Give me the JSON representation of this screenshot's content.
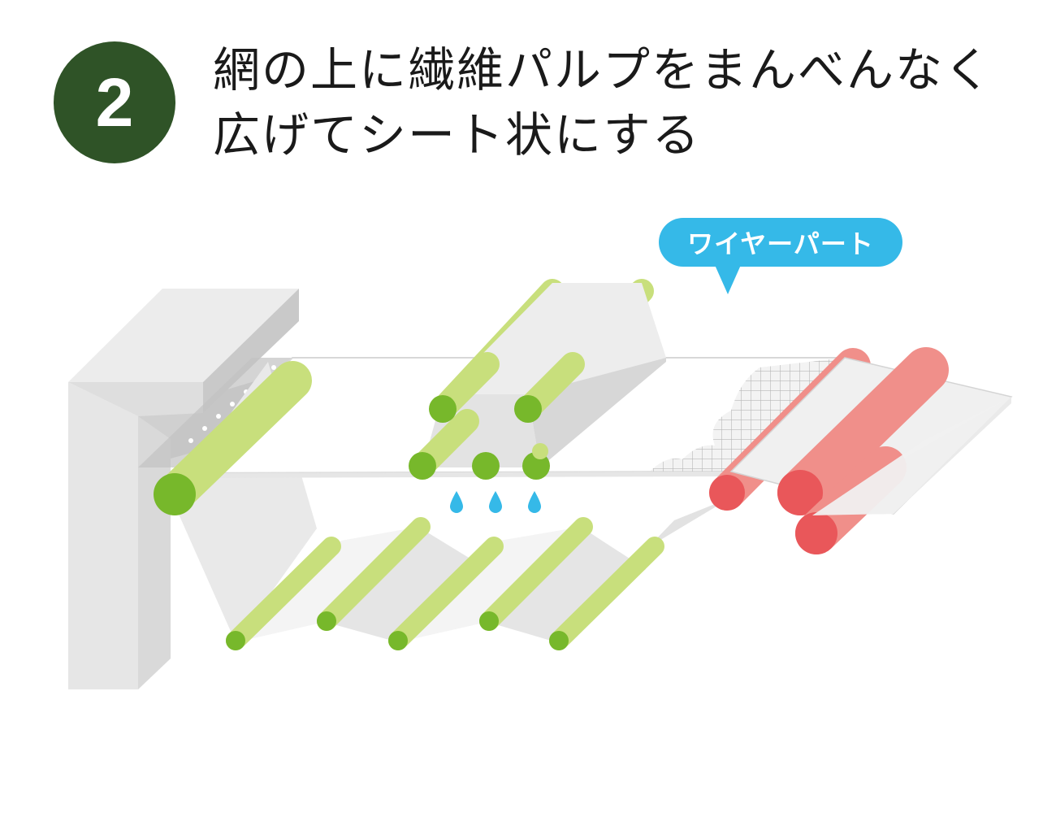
{
  "header": {
    "step_number": "2",
    "title_line1": "網の上に繊維パルプをまんべんなく",
    "title_line2": "広げてシート状にする"
  },
  "callout": {
    "label": "ワイヤーパート"
  },
  "colors": {
    "badge": "#2f5327",
    "callout": "#35b9e8",
    "green_roller": "#77b82b",
    "green_roller_light": "#c8df7c",
    "red_roller": "#e9575a",
    "red_roller_light": "#f08f8a",
    "machine_gray": "#e4e4e4",
    "water_drop": "#35b9e8"
  },
  "icons": [
    "water-drop-icon",
    "green-roller-icon",
    "red-roller-icon",
    "wire-mesh-icon"
  ]
}
